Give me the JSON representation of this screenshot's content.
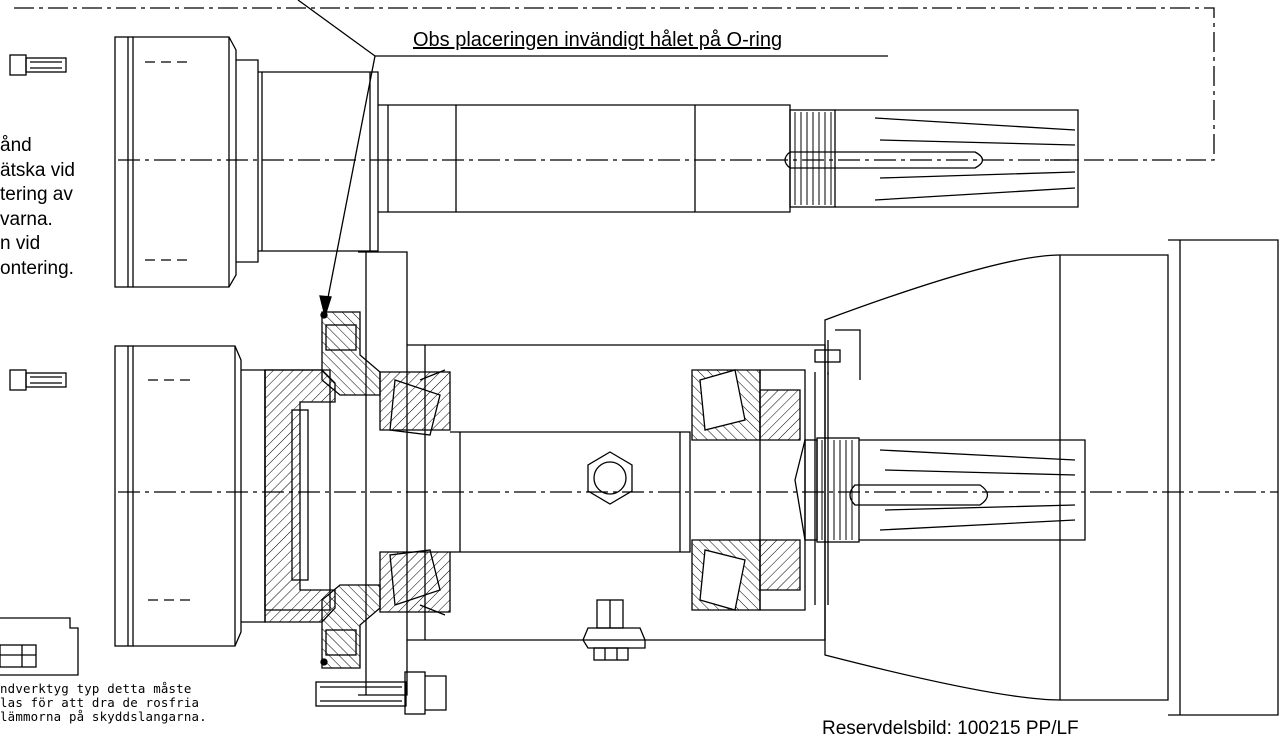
{
  "callout": "Obs placeringen invändigt hålet på O-ring",
  "left_note": [
    "ånd",
    "ätska vid",
    "tering av",
    "varna.",
    "n vid",
    "ontering."
  ],
  "tool_note": [
    "ndverktyg typ detta måste",
    "las för att dra de rosfria",
    "lämmorna på skyddslangarna."
  ],
  "footer": "Reservdelsbild: 100215 PP/LF"
}
